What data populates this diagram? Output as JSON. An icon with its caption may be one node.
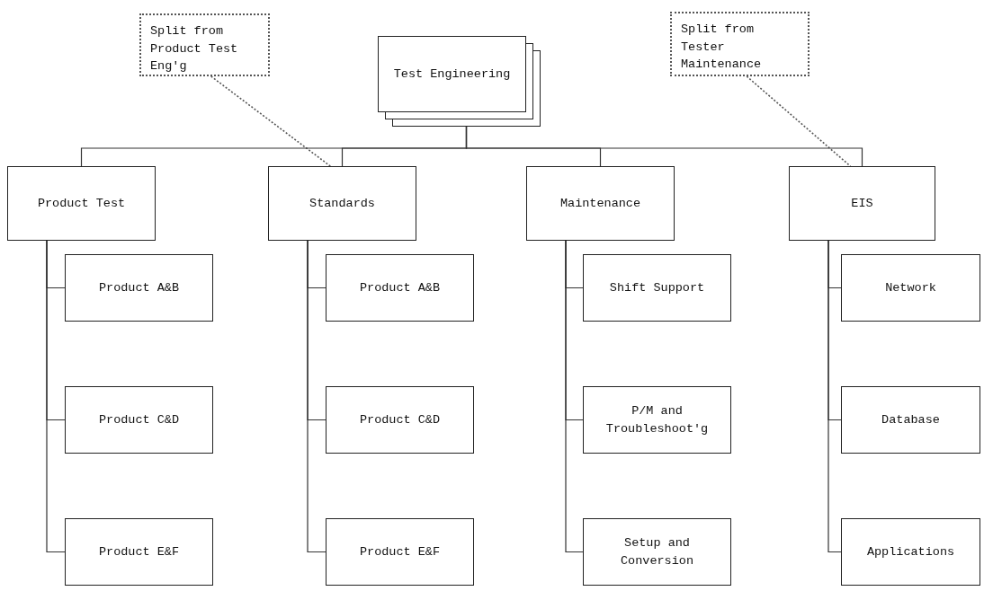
{
  "diagram": {
    "nodes": [
      {
        "text": [
          "Split from Product Test Eng'g"
        ]
      },
      {
        "text": [
          "Test Engineering"
        ]
      },
      {
        "text": [
          "Split from Tester Maintenance"
        ]
      },
      {
        "text": [
          "Product Test"
        ]
      },
      {
        "text": [
          "Standards"
        ]
      },
      {
        "text": [
          "Maintenance"
        ]
      },
      {
        "text": [
          "EIS"
        ]
      },
      {
        "text": [
          "Product A&B"
        ]
      },
      {
        "text": [
          "Product C&D"
        ]
      },
      {
        "text": [
          "Product E&F"
        ]
      },
      {
        "text": [
          "Product A&B"
        ]
      },
      {
        "text": [
          "Product C&D"
        ]
      },
      {
        "text": [
          "Product E&F"
        ]
      },
      {
        "text": [
          "Shift Support"
        ]
      },
      {
        "text": [
          "P/M and Troubleshoot'g"
        ]
      },
      {
        "text": [
          "Setup and Conversion"
        ]
      },
      {
        "text": [
          "Network"
        ]
      },
      {
        "text": [
          "Database"
        ]
      },
      {
        "text": [
          "Applications"
        ]
      }
    ],
    "edges": [
      {
        "from": 0,
        "to": 4,
        "arrow": "none",
        "style": "dashed"
      },
      {
        "from": 2,
        "to": 6,
        "arrow": "none",
        "style": "dashed"
      },
      {
        "from": 1,
        "to": 3,
        "arrow": "none"
      },
      {
        "from": 1,
        "to": 4,
        "arrow": "none"
      },
      {
        "from": 1,
        "to": 5,
        "arrow": "none"
      },
      {
        "from": 1,
        "to": 6,
        "arrow": "none"
      },
      {
        "from": 3,
        "to": 7,
        "arrow": "none"
      },
      {
        "from": 3,
        "to": 8,
        "arrow": "none"
      },
      {
        "from": 3,
        "to": 9,
        "arrow": "none"
      },
      {
        "from": 4,
        "to": 10,
        "arrow": "none"
      },
      {
        "from": 4,
        "to": 11,
        "arrow": "none"
      },
      {
        "from": 4,
        "to": 12,
        "arrow": "none"
      },
      {
        "from": 5,
        "to": 13,
        "arrow": "none"
      },
      {
        "from": 5,
        "to": 14,
        "arrow": "none"
      },
      {
        "from": 5,
        "to": 15,
        "arrow": "none"
      },
      {
        "from": 6,
        "to": 16,
        "arrow": "none"
      },
      {
        "from": 6,
        "to": 17,
        "arrow": "none"
      },
      {
        "from": 6,
        "to": 18,
        "arrow": "none"
      }
    ]
  }
}
